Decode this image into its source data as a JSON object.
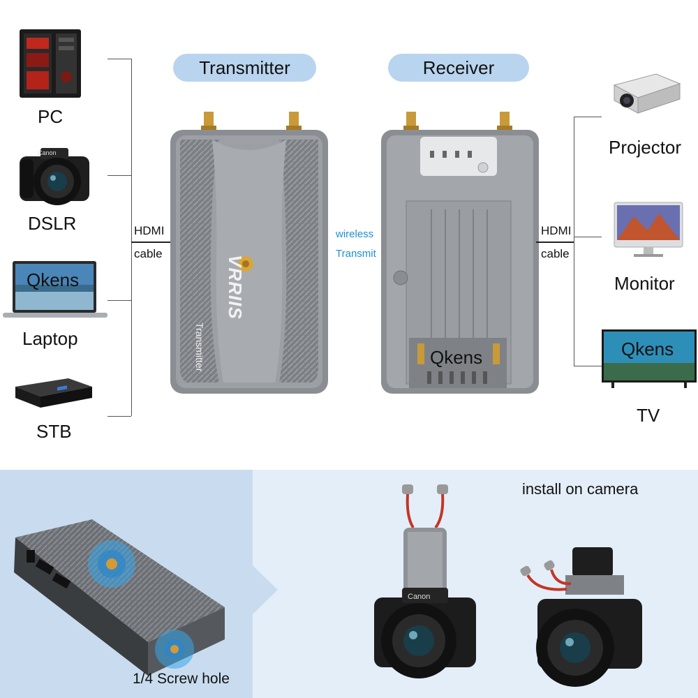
{
  "top": {
    "transmitter_label": "Transmitter",
    "receiver_label": "Receiver",
    "sources": [
      {
        "label": "PC",
        "icon": "pc-tower-icon"
      },
      {
        "label": "DSLR",
        "icon": "dslr-camera-icon"
      },
      {
        "label": "Laptop",
        "icon": "laptop-icon",
        "screen_text": "Qkens"
      },
      {
        "label": "STB",
        "icon": "set-top-box-icon"
      }
    ],
    "displays": [
      {
        "label": "Projector",
        "icon": "projector-icon"
      },
      {
        "label": "Monitor",
        "icon": "monitor-icon"
      },
      {
        "label": "TV",
        "icon": "tv-icon",
        "screen_text": "Qkens"
      }
    ],
    "left_cable": {
      "line1": "HDMI",
      "line2": "cable"
    },
    "right_cable": {
      "line1": "HDMI",
      "line2": "cable"
    },
    "wireless": {
      "line1": "wireless",
      "line2": "Transmit"
    },
    "transmitter_brand": "VRRIIS",
    "transmitter_side_text": "Transmitter",
    "receiver_watermark": "Qkens"
  },
  "bottom": {
    "screw_hole_label": "1/4 Screw hole",
    "install_label": "install on camera",
    "camera_brand": "Canon"
  },
  "colors": {
    "pill": "#b9d4ee",
    "wireless_text": "#1e8fd0",
    "bottom_left_bg": "#c9dcef",
    "bottom_right_bg": "#e4eef8",
    "device_gray": "#8e9297"
  }
}
